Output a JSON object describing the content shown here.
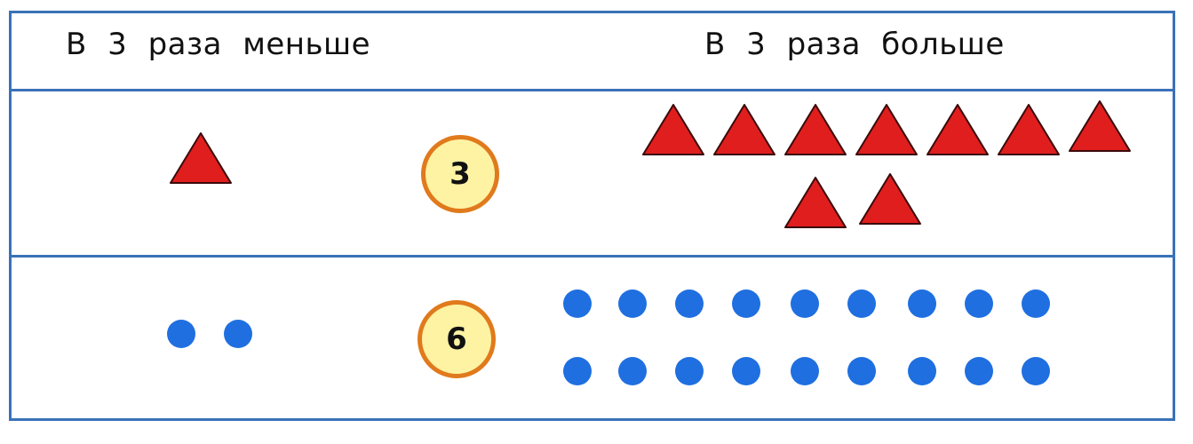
{
  "header": {
    "left_label": "В 3 раза меньше",
    "right_label": "В 3 раза больше"
  },
  "rows": [
    {
      "badge": "3",
      "shape": "red-triangle",
      "fewer_count": 1,
      "more_count": 9
    },
    {
      "badge": "6",
      "shape": "blue-circle",
      "fewer_count": 2,
      "more_count": 18
    }
  ],
  "colors": {
    "border": "#3a72b8",
    "triangle_fill": "#e01e1e",
    "circle_fill": "#1f6fe0",
    "badge_fill": "#fdf3a3",
    "badge_ring": "#e07a1c"
  }
}
